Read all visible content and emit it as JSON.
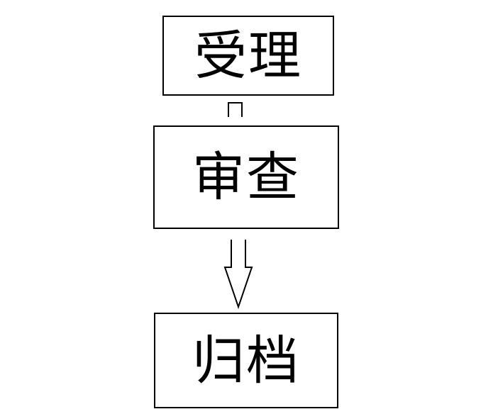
{
  "flow": {
    "steps": [
      {
        "label": "受理"
      },
      {
        "label": "审查"
      },
      {
        "label": "归档"
      }
    ]
  },
  "colors": {
    "stroke": "#000000",
    "background": "#ffffff"
  }
}
